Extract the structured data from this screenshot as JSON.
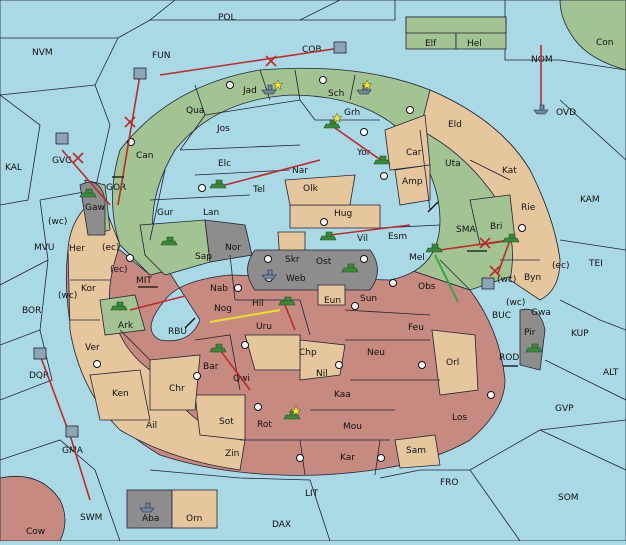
{
  "colors": {
    "sea": "#aad9e6",
    "green_power": "#a2c392",
    "tan_neutral": "#e6c79d",
    "rust_power": "#c68a80",
    "gray_power": "#8d8d8d",
    "move_arrow": "#c0292b",
    "support_arrow_yellow": "#e8e024",
    "support_arrow_green": "#3aa64a",
    "unit_green": "#3a8a3a",
    "unit_gray": "#6e8aa0"
  },
  "sea_labels": [
    "POL",
    "NVM",
    "FUN",
    "COB",
    "NOM",
    "Con",
    "OVD",
    "KAL",
    "GVG",
    "GOR",
    "MVU",
    "BOR",
    "MIT",
    "RBU",
    "SMA",
    "KAM",
    "TEI",
    "BUC",
    "KUP",
    "ALT",
    "ROD",
    "GVP",
    "DQR",
    "GMA",
    "SWM",
    "LIT",
    "FRO",
    "SOM",
    "DAX",
    "Cow"
  ],
  "small_labels": [
    "(wc)",
    "(ec)",
    "(ec)",
    "(wc)",
    "(wc)",
    "(ec)",
    "(wc)"
  ],
  "north_islands": [
    "Elf",
    "Hel"
  ],
  "land_labels": [
    "Jad",
    "Sch",
    "Qua",
    "Jos",
    "Grh",
    "Eld",
    "Can",
    "Elc",
    "Car",
    "Uta",
    "Nar",
    "Yor",
    "Kat",
    "Gaw",
    "Tel",
    "Amp",
    "Olk",
    "Gur",
    "Lan",
    "Hug",
    "Rie",
    "Bri",
    "Her",
    "Vil",
    "Esm",
    "Nor",
    "Skr",
    "Sap",
    "Ost",
    "Mel",
    "Byn",
    "Kor",
    "Web",
    "Obs",
    "Nab",
    "Eun",
    "Sun",
    "Gwa",
    "Ark",
    "Nog",
    "Hil",
    "Uru",
    "Pir",
    "Feu",
    "Ver",
    "Chp",
    "Neu",
    "Orl",
    "Bar",
    "Qwi",
    "Nil",
    "Ken",
    "Chr",
    "Kaa",
    "Los",
    "Ail",
    "Sot",
    "Rot",
    "Mou",
    "Zin",
    "Kar",
    "Sam",
    "Aba",
    "Orn"
  ]
}
